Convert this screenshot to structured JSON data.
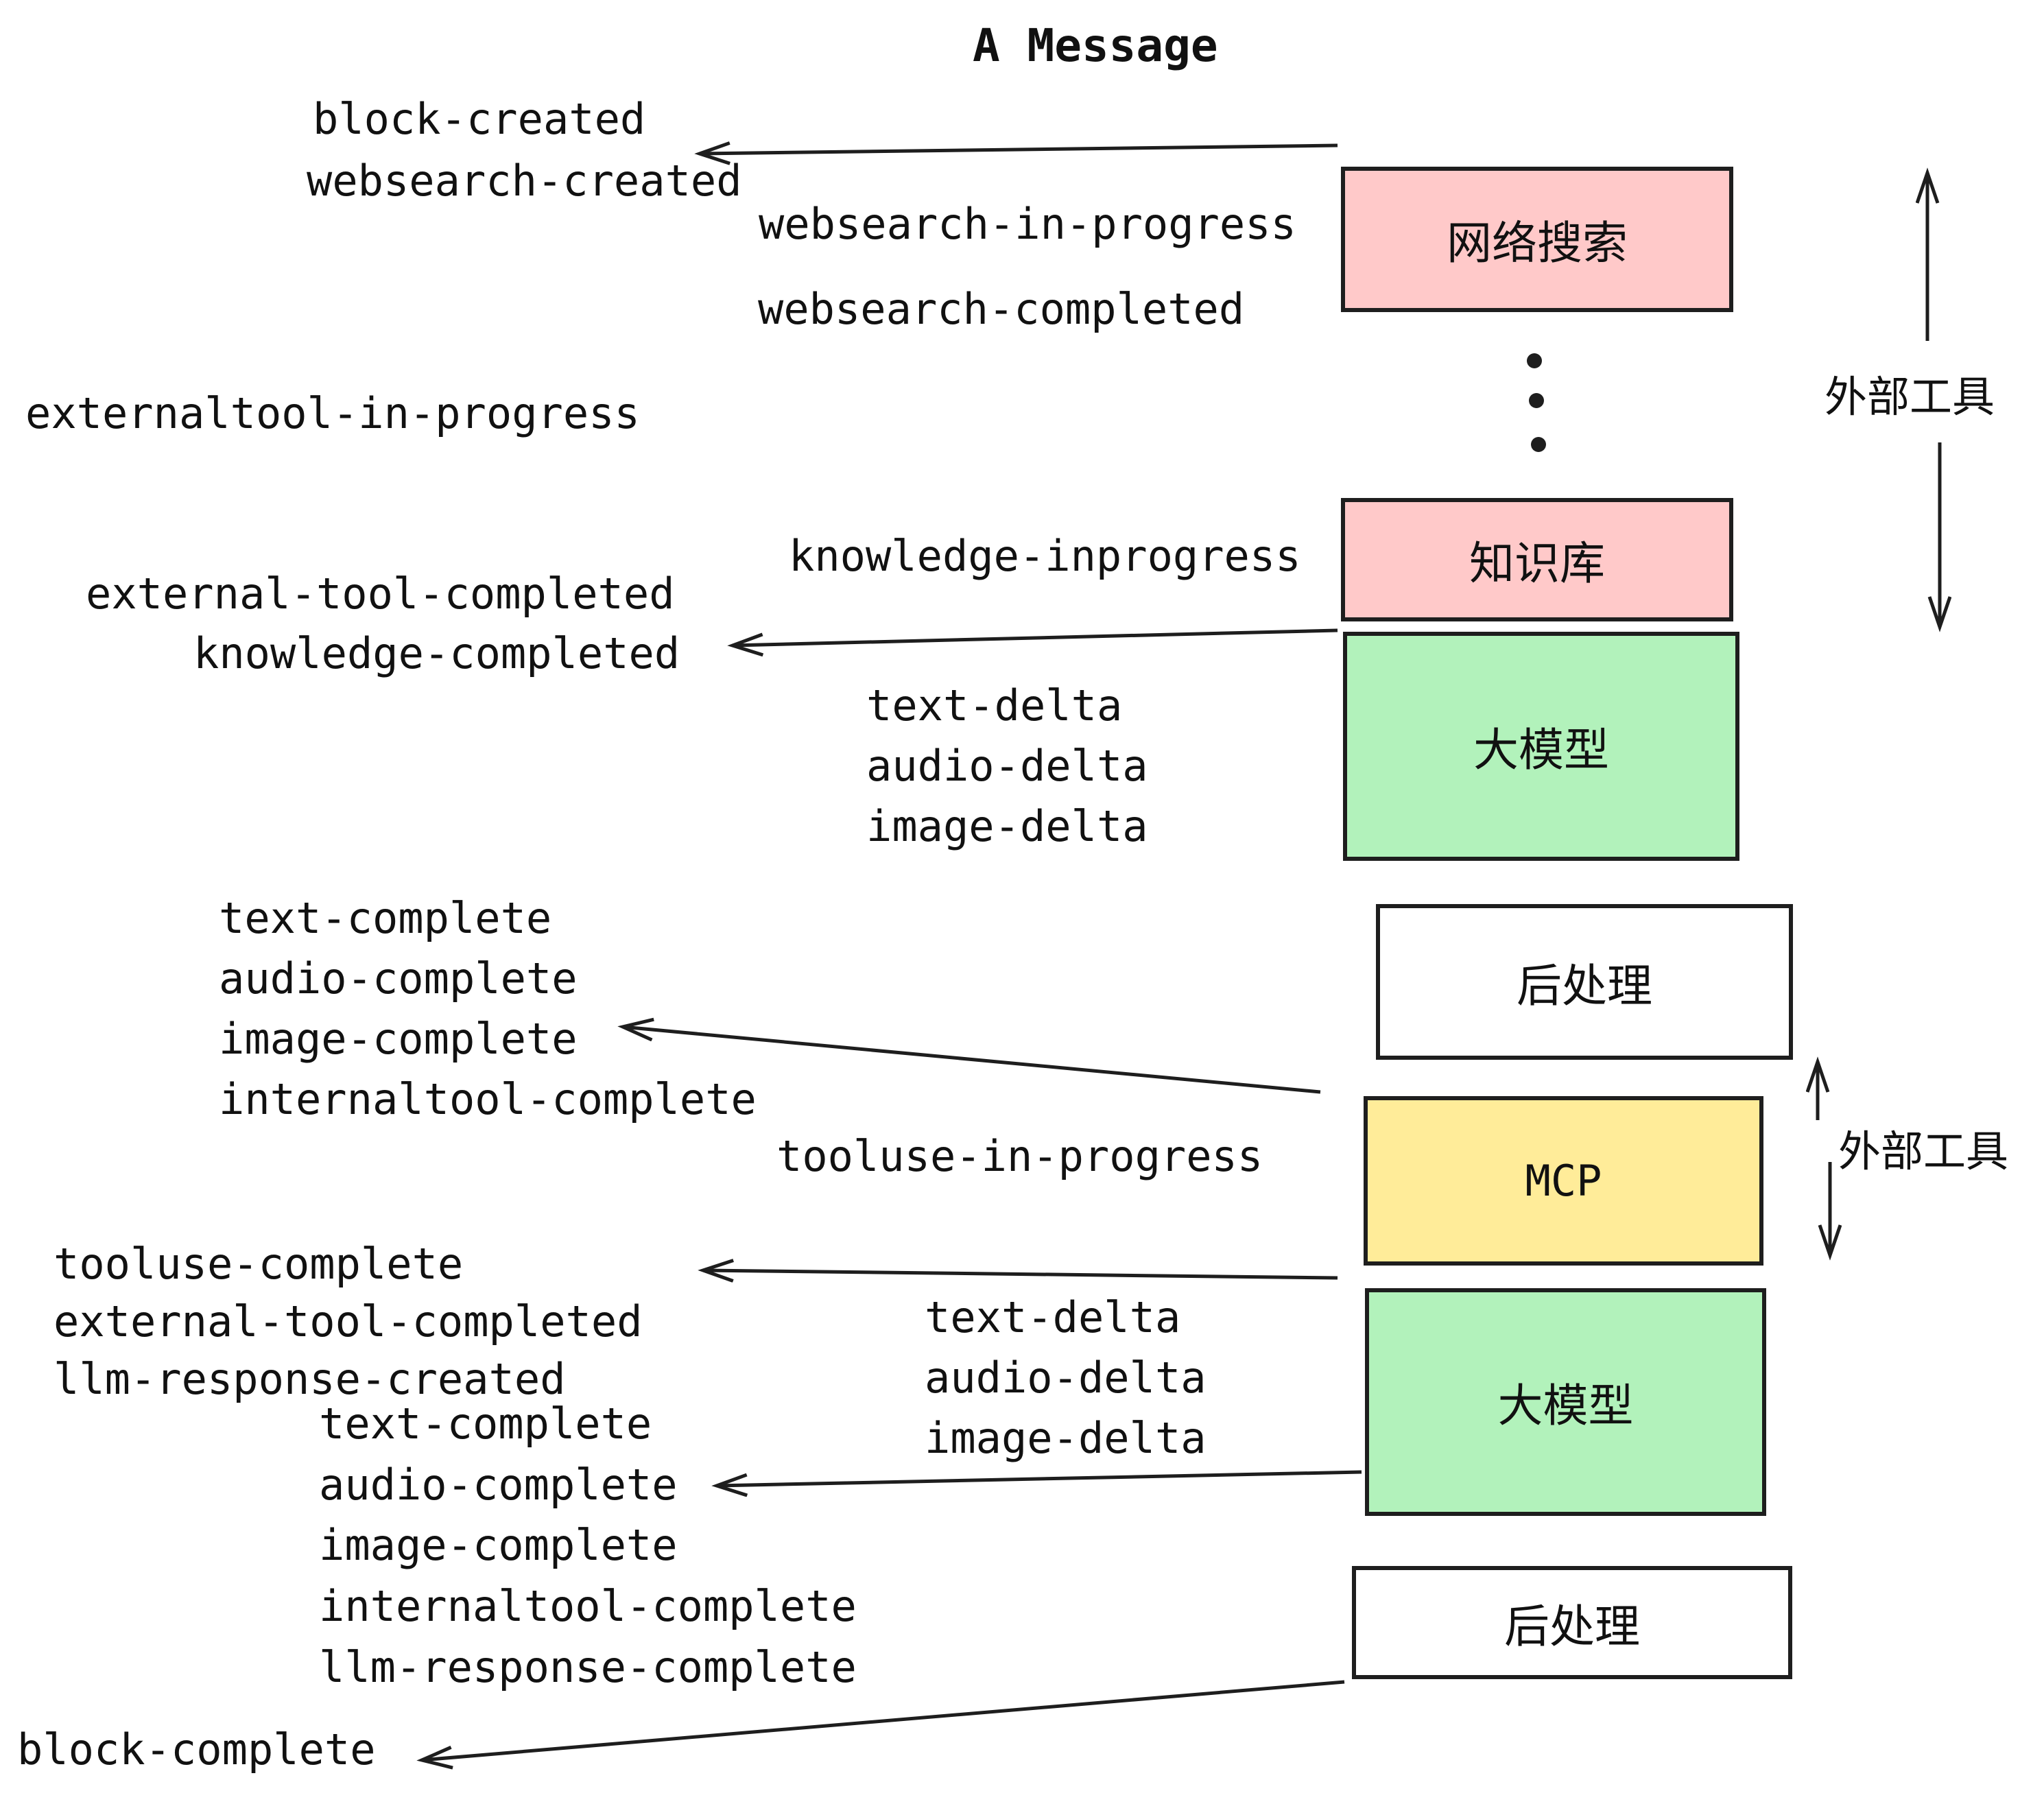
{
  "title": "A Message",
  "colors": {
    "pink": "#ffc9c9",
    "green": "#b2f2bb",
    "yellow": "#ffec99",
    "white": "#ffffff",
    "stroke": "#1e1e1e",
    "text": "#111111"
  },
  "nodes": [
    {
      "id": "websearch",
      "label": "网络搜索"
    },
    {
      "id": "knowledge",
      "label": "知识库"
    },
    {
      "id": "llm-1",
      "label": "大模型"
    },
    {
      "id": "postprocess-1",
      "label": "后处理"
    },
    {
      "id": "mcp",
      "label": "MCP"
    },
    {
      "id": "llm-2",
      "label": "大模型"
    },
    {
      "id": "postprocess-2",
      "label": "后处理"
    }
  ],
  "side_labels": [
    {
      "id": "external-tools-top",
      "text": "外部工具"
    },
    {
      "id": "external-tools-bottom",
      "text": "外部工具"
    }
  ],
  "events": [
    {
      "text": "block-created"
    },
    {
      "text": "websearch-created"
    },
    {
      "text": "websearch-in-progress"
    },
    {
      "text": "websearch-completed"
    },
    {
      "text": "externaltool-in-progress"
    },
    {
      "text": "knowledge-inprogress"
    },
    {
      "text": "external-tool-completed"
    },
    {
      "text": "knowledge-completed"
    },
    {
      "text": "text-delta"
    },
    {
      "text": "audio-delta"
    },
    {
      "text": "image-delta"
    },
    {
      "text": "text-complete"
    },
    {
      "text": "audio-complete"
    },
    {
      "text": "image-complete"
    },
    {
      "text": "internaltool-complete"
    },
    {
      "text": "tooluse-in-progress"
    },
    {
      "text": "tooluse-complete"
    },
    {
      "text": "external-tool-completed"
    },
    {
      "text": "llm-response-created"
    },
    {
      "text": "text-delta"
    },
    {
      "text": "audio-delta"
    },
    {
      "text": "image-delta"
    },
    {
      "text": "text-complete"
    },
    {
      "text": "audio-complete"
    },
    {
      "text": "image-complete"
    },
    {
      "text": "internaltool-complete"
    },
    {
      "text": "llm-response-complete"
    },
    {
      "text": "block-complete"
    }
  ]
}
